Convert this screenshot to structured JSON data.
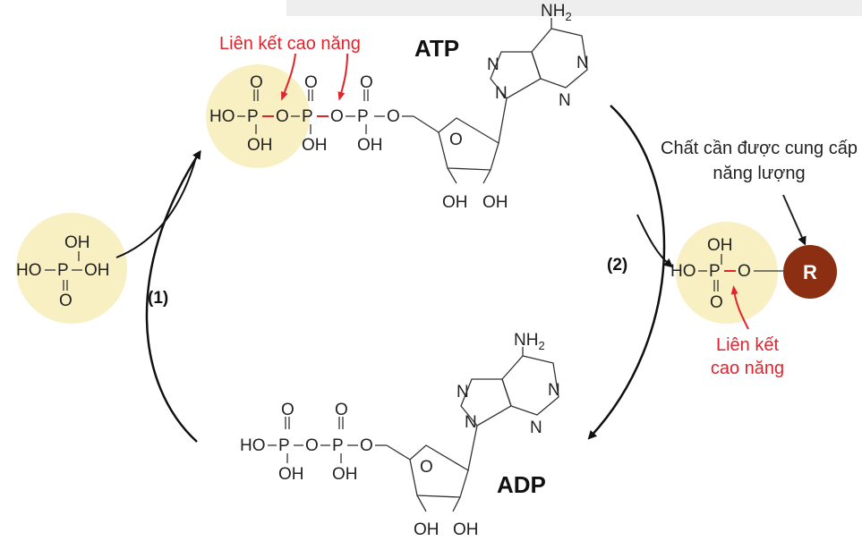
{
  "labels": {
    "atp": "ATP",
    "adp": "ADP",
    "step1": "(1)",
    "step2": "(2)",
    "high_energy_bond": "Liên kết cao năng",
    "high_energy_bond_line1": "Liên kết",
    "high_energy_bond_line2": "cao năng",
    "substance_line1": "Chất cần được cung cấp",
    "substance_line2": "năng lượng",
    "r_group": "R"
  },
  "atoms": {
    "oh": "OH",
    "ho": "HO",
    "o": "O",
    "p": "P",
    "n": "N",
    "nh2": "NH",
    "two": "2",
    "dash": "–"
  },
  "colors": {
    "highlight": "#f8efc2",
    "annotation_red": "#e2232b",
    "r_group": "#8b2e12"
  }
}
